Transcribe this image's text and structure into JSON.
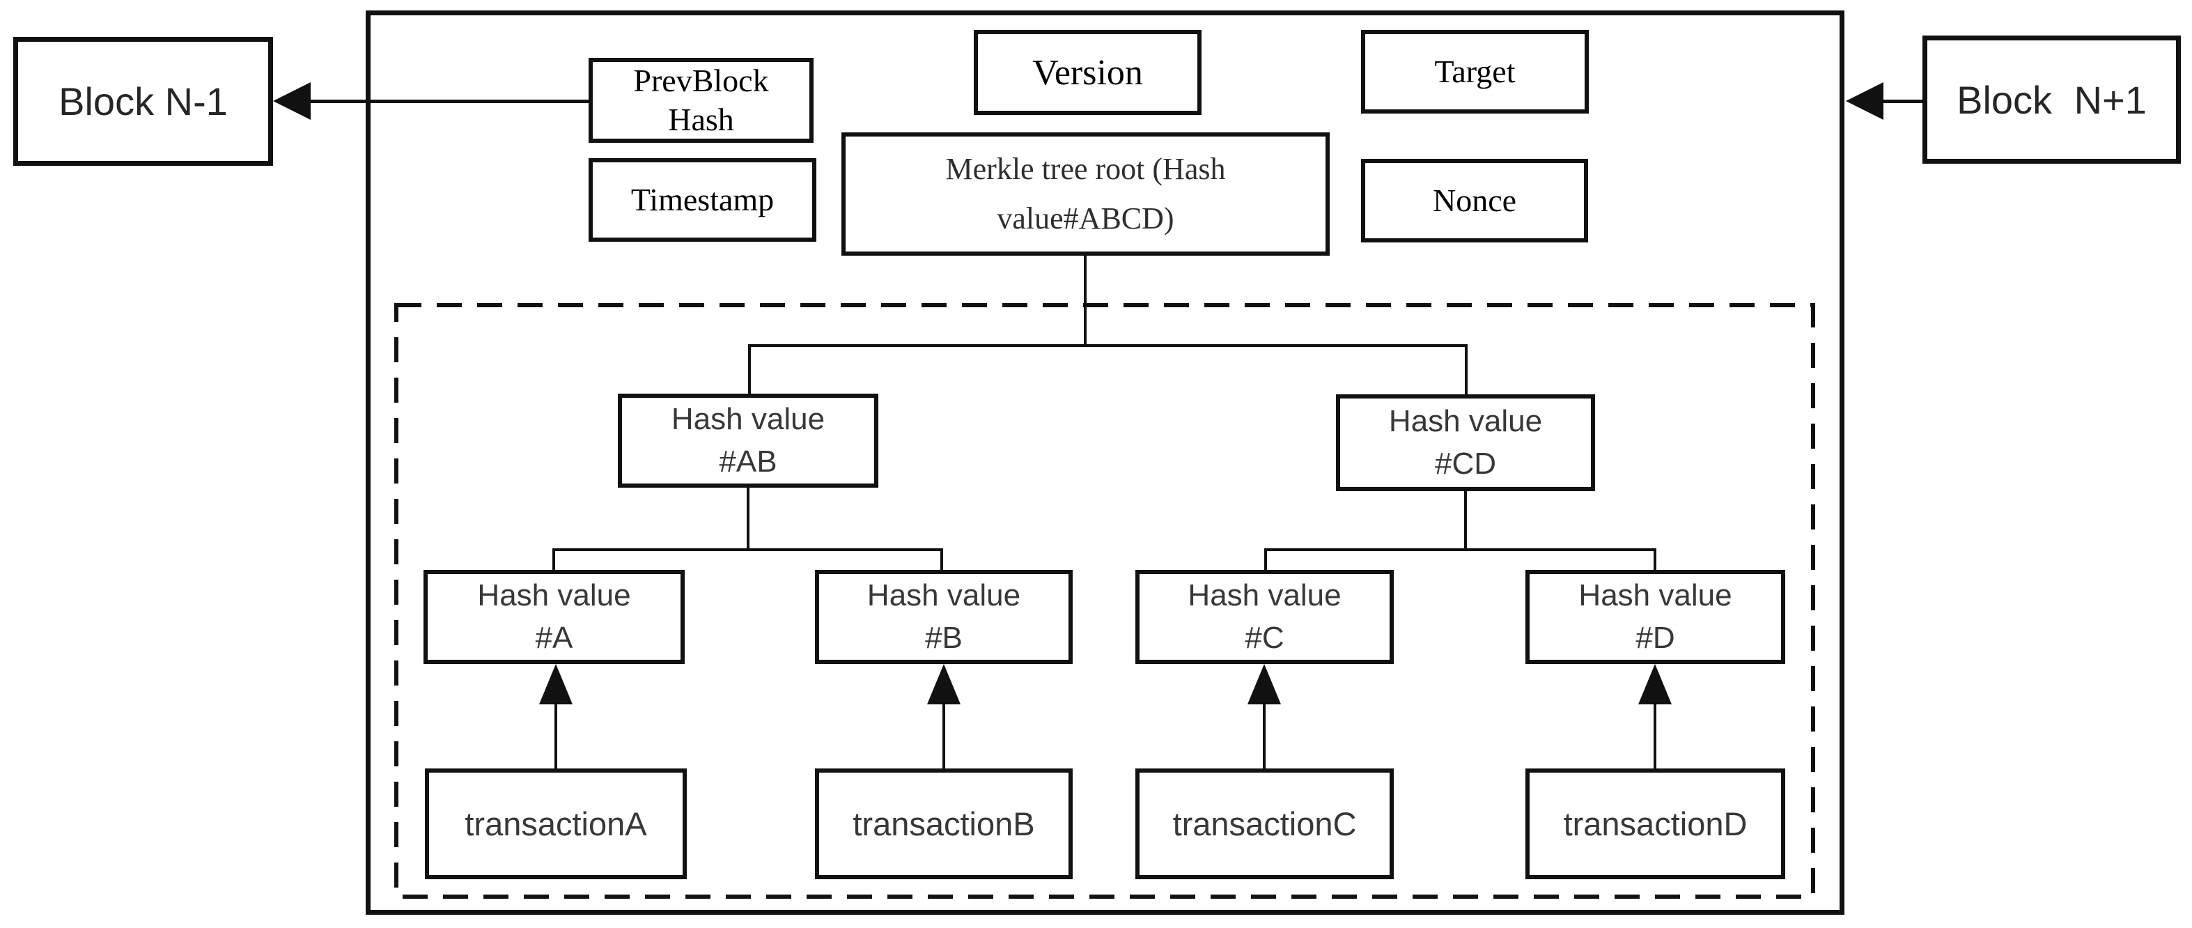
{
  "blocks": {
    "prev": "Block N-1",
    "next": "Block N+1"
  },
  "header_fields": {
    "prev_block_hash": {
      "line1": "PrevBlock",
      "line2": "Hash"
    },
    "timestamp": "Timestamp",
    "version": "Version",
    "target": "Target",
    "nonce": "Nonce",
    "merkle_root": {
      "line1": "Merkle tree root (Hash",
      "line2": "value#ABCD)"
    }
  },
  "merkle_tree": {
    "level1": [
      {
        "line1": "Hash value",
        "line2": "#AB"
      },
      {
        "line1": "Hash value",
        "line2": "#CD"
      }
    ],
    "level2": [
      {
        "line1": "Hash value",
        "line2": "#A"
      },
      {
        "line1": "Hash value",
        "line2": "#B"
      },
      {
        "line1": "Hash value",
        "line2": "#C"
      },
      {
        "line1": "Hash value",
        "line2": "#D"
      }
    ],
    "transactions": [
      "transactionA",
      "transactionB",
      "transactionC",
      "transactionD"
    ]
  },
  "colors": {
    "line": "#111111",
    "background": "#ffffff",
    "serif_text": "#000000",
    "node_text": "#383838"
  }
}
